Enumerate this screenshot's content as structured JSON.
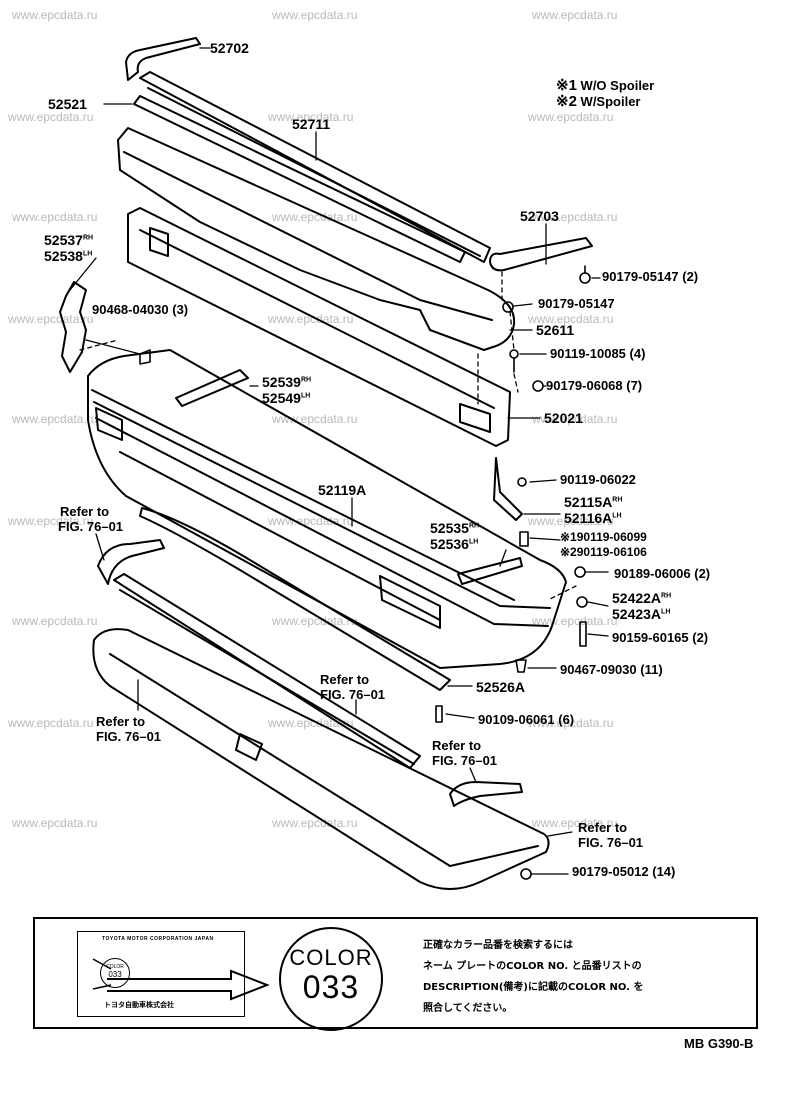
{
  "watermark": "www.epcdata.ru",
  "legend": [
    {
      "mark": "※1",
      "text": "W/O Spoiler"
    },
    {
      "mark": "※2",
      "text": "W/Spoiler"
    }
  ],
  "parts": {
    "p52702": "52702",
    "p52521": "52521",
    "p52711": "52711",
    "p52703": "52703",
    "p90179_05147_2": "90179-05147 (2)",
    "p90179_05147": "90179-05147",
    "p52611": "52611",
    "p90119_10085": "90119-10085 (4)",
    "p90179_06068": "90179-06068 (7)",
    "p52021": "52021",
    "p52537": "52537",
    "p52538": "52538",
    "p90468_04030": "90468-04030 (3)",
    "p52539": "52539",
    "p52549": "52549",
    "p52119A": "52119A",
    "p90119_06022": "90119-06022",
    "p52115A": "52115A",
    "p52116A": "52116A",
    "p52535": "52535",
    "p52536": "52536",
    "p90119_06099": "※190119-06099",
    "p90119_06106": "※290119-06106",
    "p90189_06006": "90189-06006 (2)",
    "p52422A": "52422A",
    "p52423A": "52423A",
    "p90159_60165": "90159-60165 (2)",
    "p90467_09030": "90467-09030 (11)",
    "p52526A": "52526A",
    "p90109_06061": "90109-06061 (6)",
    "p90179_05012": "90179-05012 (14)"
  },
  "side_tags": {
    "rh": "RH",
    "lh": "LH"
  },
  "refs": {
    "line1": "Refer to",
    "line2": "FIG. 76–01"
  },
  "note": {
    "nameplate_title": "TOYOTA MOTOR CORPORATION JAPAN",
    "nameplate_color_word": "COLOR",
    "nameplate_color_num": "033",
    "nameplate_footer": "トヨタ自動車株式会社",
    "color_word": "COLOR",
    "color_num": "033",
    "line1": "正確なカラー品番を検索するには",
    "line2": "ネーム プレートのCOLOR NO. と品番リストの",
    "line3": "DESCRIPTION(備考)に記載のCOLOR NO. を",
    "line4": "照合してください。"
  },
  "figure_code": "MB G390-B"
}
